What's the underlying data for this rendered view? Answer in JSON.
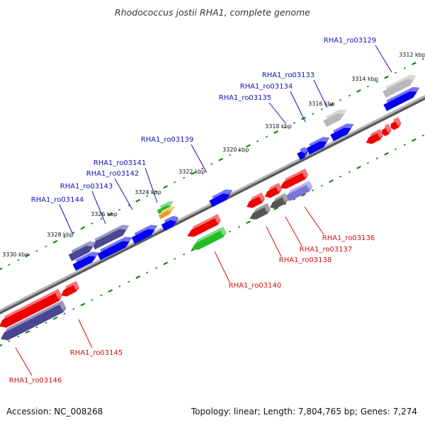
{
  "title": "Rhodococcus jostii RHA1, complete genome",
  "accession_label": "Accession: NC_008268",
  "topology_label": "Topology: linear; Length: 7,804,765 bp; Genes: 7,274",
  "colors": {
    "forward_label": "#1111bb",
    "reverse_label": "#cc1111",
    "backbone": "#8a8a8a",
    "tick": "#0a7a0a",
    "gene_blue": "#0000ee",
    "gene_red": "#ee0000",
    "gene_purple": "#4a4690",
    "gene_gray": "#b8b8b8",
    "gene_darkgray": "#555555",
    "gene_green": "#22bb22",
    "gene_orange": "#ee9922",
    "gene_lavender": "#7d73d8"
  },
  "scale": {
    "unit": "kbp",
    "tick_labels": [
      "3312 kbp",
      "3314 kbp",
      "3316 kbp",
      "3318 kbp",
      "3320 kbp",
      "3322 kbp",
      "3324 kbp",
      "3326 kbp",
      "3328 kbp",
      "3330 kbp"
    ]
  },
  "genes_forward": [
    {
      "name": "RHA1_ro03129"
    },
    {
      "name": "RHA1_ro03133"
    },
    {
      "name": "RHA1_ro03134"
    },
    {
      "name": "RHA1_ro03135"
    },
    {
      "name": "RHA1_ro03139"
    },
    {
      "name": "RHA1_ro03141"
    },
    {
      "name": "RHA1_ro03142"
    },
    {
      "name": "RHA1_ro03143"
    },
    {
      "name": "RHA1_ro03144"
    }
  ],
  "genes_reverse": [
    {
      "name": "RHA1_ro03136"
    },
    {
      "name": "RHA1_ro03137"
    },
    {
      "name": "RHA1_ro03138"
    },
    {
      "name": "RHA1_ro03140"
    },
    {
      "name": "RHA1_ro03145"
    },
    {
      "name": "RHA1_ro03146"
    }
  ]
}
